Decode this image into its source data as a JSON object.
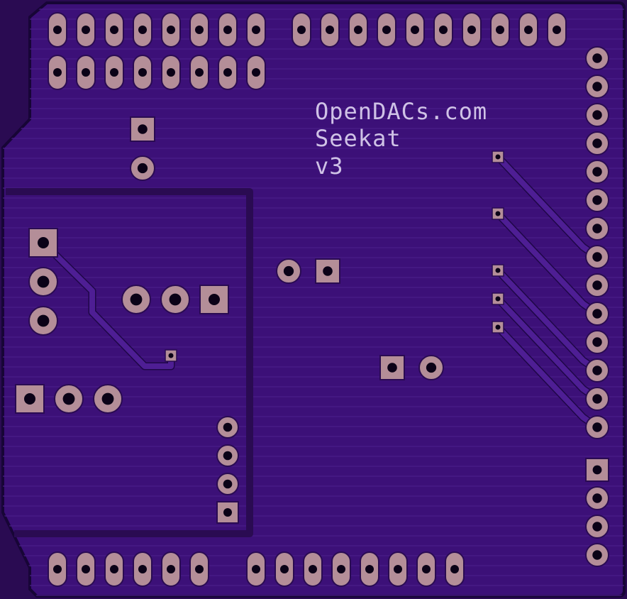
{
  "silkscreen": {
    "line1": "OpenDACs.com",
    "line2": "Seekat",
    "line3": "v3"
  },
  "colors": {
    "background": "#2a0b52",
    "board_fill": "#3c1078",
    "board_outline": "#170536",
    "ground_hatch": "#4a1c88",
    "trace": "#4e1e94",
    "trace_edge": "#1f0748",
    "pad_copper": "#b48e98",
    "pad_outline": "#2a0b52",
    "drill": "#0b0217",
    "silkscreen": "#cfc2e6"
  },
  "components": {
    "header_top_left": {
      "rows": 2,
      "pins": 8,
      "pad_shape": "oblong"
    },
    "header_top_right": {
      "rows": 1,
      "pins": 10,
      "pad_shape": "oblong"
    },
    "header_bottom_left": {
      "rows": 1,
      "pins": 6,
      "pad_shape": "oblong"
    },
    "header_bottom_right": {
      "rows": 1,
      "pins": 8,
      "pad_shape": "oblong"
    },
    "header_right_column": {
      "pins": 14,
      "pad_shape": "round"
    },
    "header_right_lower": {
      "pins": 4,
      "first_pad": "square"
    },
    "header_inner_column": {
      "pins": 4,
      "last_pad": "square"
    },
    "two_pin_top": {
      "pins": 2,
      "first_pad": "square"
    },
    "three_pin_vertical": {
      "pins": 3,
      "first_pad": "square"
    },
    "three_pin_horizontal_mid": {
      "pins": 3,
      "last_pad": "square"
    },
    "three_pin_horizontal_low": {
      "pins": 3,
      "first_pad": "square"
    },
    "two_pin_center": {
      "pins": 2,
      "last_pad": "square"
    },
    "two_pin_center_low": {
      "pins": 2,
      "first_pad": "square"
    },
    "vias": {
      "count": 6
    }
  }
}
